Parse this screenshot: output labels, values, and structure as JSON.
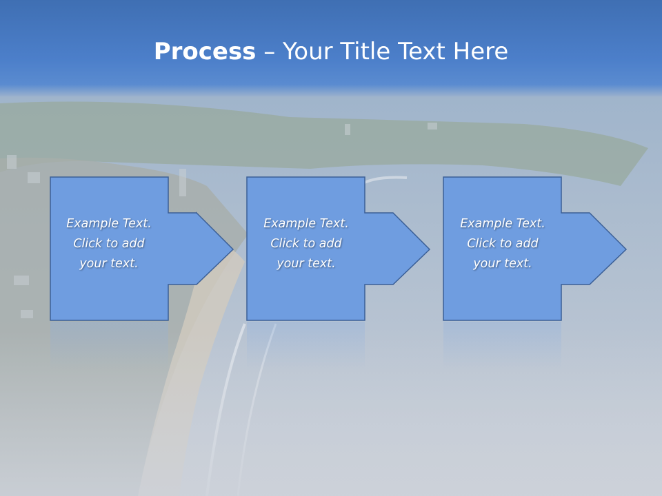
{
  "title": {
    "bold": "Process",
    "rest": " – Your Title Text Here"
  },
  "steps": [
    {
      "lines": [
        "Example Text.",
        "Click  to add",
        "your text."
      ]
    },
    {
      "lines": [
        "Example Text.",
        "Click  to add",
        "your text."
      ]
    },
    {
      "lines": [
        "Example Text.",
        "Click  to add",
        "your text."
      ]
    }
  ],
  "colors": {
    "banner": "#4a7ec8",
    "shape_fill": "#6f9de0",
    "shape_stroke": "#3b5f96"
  }
}
